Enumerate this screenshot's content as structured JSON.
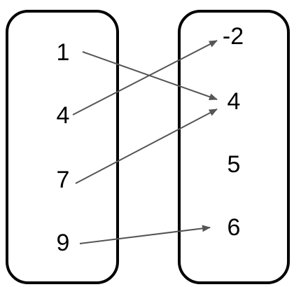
{
  "domain_set": [
    "1",
    "4",
    "7",
    "9"
  ],
  "range_set": [
    "-2",
    "4",
    "5",
    "6"
  ],
  "mapping": [
    {
      "from": "1",
      "to": "4"
    },
    {
      "from": "4",
      "to": "-2"
    },
    {
      "from": "7",
      "to": "4"
    },
    {
      "from": "9",
      "to": "6"
    }
  ],
  "colors": {
    "box_stroke": "#000000",
    "arrow": "#555555",
    "text": "#000000"
  }
}
